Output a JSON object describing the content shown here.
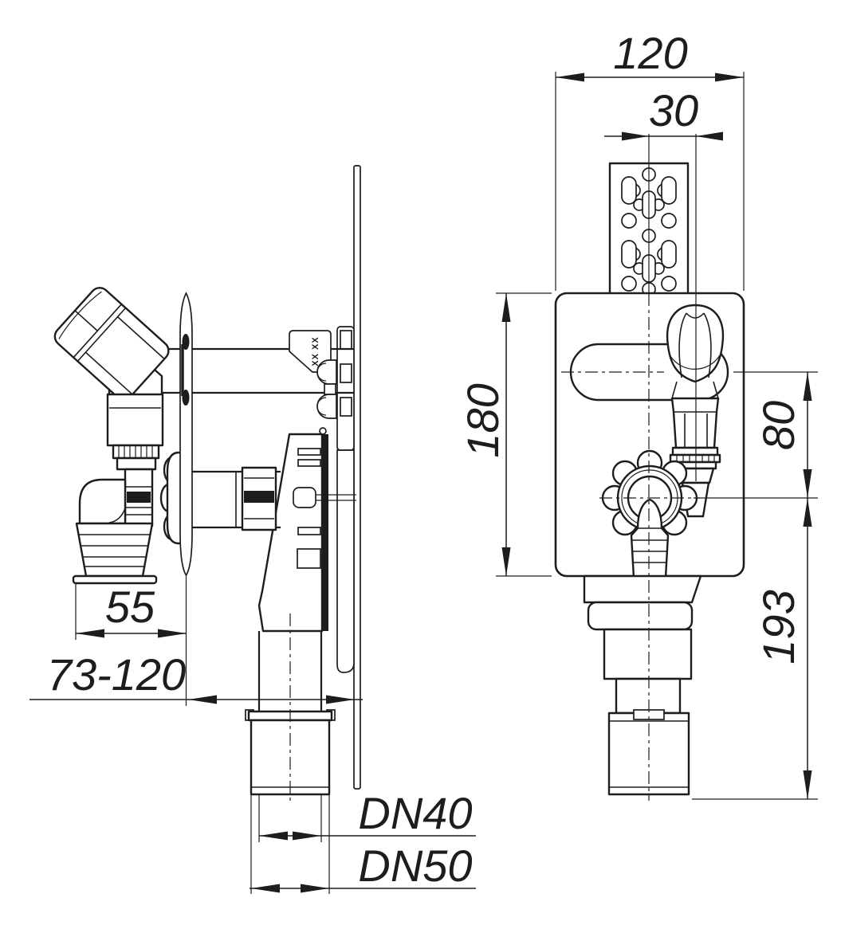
{
  "colors": {
    "line": "#1d1d1d",
    "background": "#ffffff"
  },
  "dimensions": {
    "body_width": "120",
    "strip_to_valve_offset": "30",
    "body_height": "180",
    "overflow_to_valve": "80",
    "valve_to_outlet_drop": "193",
    "tap_protrusion": "55",
    "install_depth_range": "73-120",
    "inlet_pipe": "DN40",
    "outlet_pipe": "DN50"
  },
  "marking": "XX XX"
}
